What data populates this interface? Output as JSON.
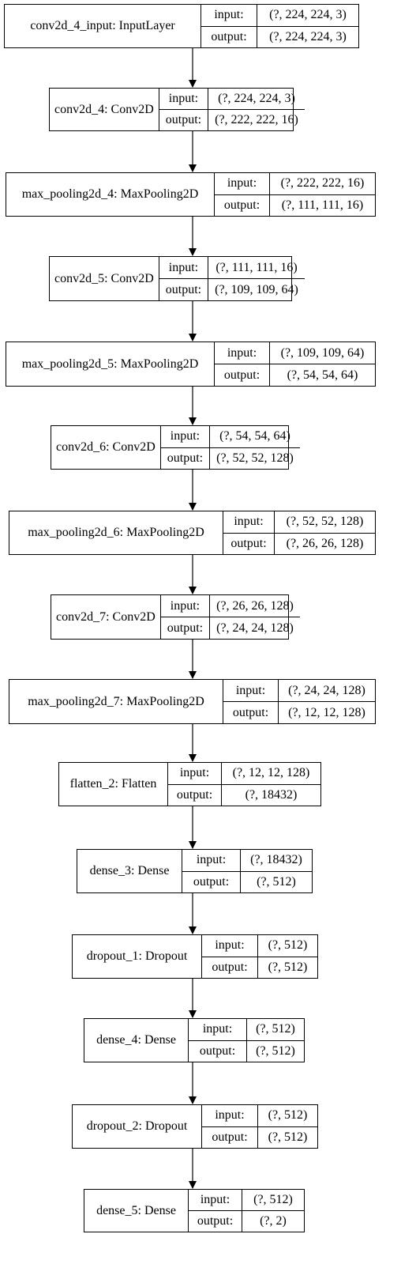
{
  "diagram": {
    "input_label": "input:",
    "output_label": "output:",
    "layers": [
      {
        "name": "conv2d_4_input: InputLayer",
        "input": "(?, 224, 224, 3)",
        "output": "(?, 224, 224, 3)"
      },
      {
        "name": "conv2d_4: Conv2D",
        "input": "(?, 224, 224, 3)",
        "output": "(?, 222, 222, 16)"
      },
      {
        "name": "max_pooling2d_4: MaxPooling2D",
        "input": "(?, 222, 222, 16)",
        "output": "(?, 111, 111, 16)"
      },
      {
        "name": "conv2d_5: Conv2D",
        "input": "(?, 111, 111, 16)",
        "output": "(?, 109, 109, 64)"
      },
      {
        "name": "max_pooling2d_5: MaxPooling2D",
        "input": "(?, 109, 109, 64)",
        "output": "(?, 54, 54, 64)"
      },
      {
        "name": "conv2d_6: Conv2D",
        "input": "(?, 54, 54, 64)",
        "output": "(?, 52, 52, 128)"
      },
      {
        "name": "max_pooling2d_6: MaxPooling2D",
        "input": "(?, 52, 52, 128)",
        "output": "(?, 26, 26, 128)"
      },
      {
        "name": "conv2d_7: Conv2D",
        "input": "(?, 26, 26, 128)",
        "output": "(?, 24, 24, 128)"
      },
      {
        "name": "max_pooling2d_7: MaxPooling2D",
        "input": "(?, 24, 24, 128)",
        "output": "(?, 12, 12, 128)"
      },
      {
        "name": "flatten_2: Flatten",
        "input": "(?, 12, 12, 128)",
        "output": "(?, 18432)"
      },
      {
        "name": "dense_3: Dense",
        "input": "(?, 18432)",
        "output": "(?, 512)"
      },
      {
        "name": "dropout_1: Dropout",
        "input": "(?, 512)",
        "output": "(?, 512)"
      },
      {
        "name": "dense_4: Dense",
        "input": "(?, 512)",
        "output": "(?, 512)"
      },
      {
        "name": "dropout_2: Dropout",
        "input": "(?, 512)",
        "output": "(?, 512)"
      },
      {
        "name": "dense_5: Dense",
        "input": "(?, 512)",
        "output": "(?, 2)"
      }
    ]
  }
}
